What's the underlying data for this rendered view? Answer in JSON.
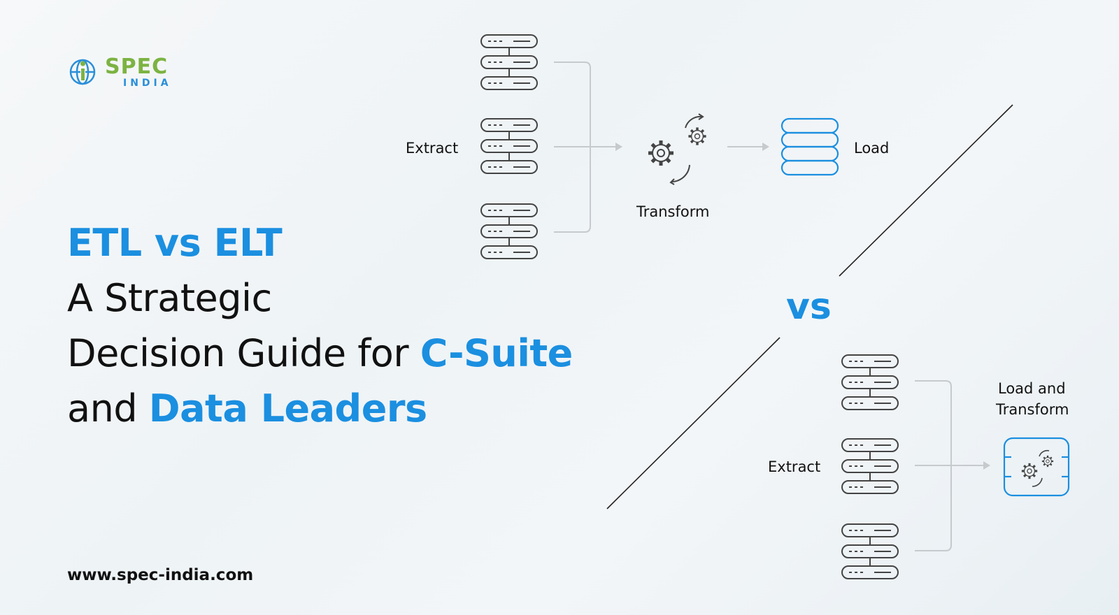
{
  "brand": {
    "logo_spec": "SPEC",
    "logo_india": "INDIA",
    "website": "www.spec-india.com"
  },
  "headline": {
    "line1": "ETL vs ELT",
    "line2": "A Strategic",
    "line3_plain": "Decision Guide for ",
    "line3_highlight": "C-Suite",
    "line4_plain": "and ",
    "line4_highlight": "Data Leaders"
  },
  "etl": {
    "extract_label": "Extract",
    "transform_label": "Transform",
    "load_label": "Load"
  },
  "vs_label": "vs",
  "elt": {
    "extract_label": "Extract",
    "load_transform_line1": "Load and",
    "load_transform_line2": "Transform"
  },
  "colors": {
    "accent_blue": "#1b8fe0",
    "logo_green": "#7cb342",
    "logo_blue": "#2a8fd9",
    "icon_gray": "#444444",
    "arrow_gray": "#c6cacd"
  }
}
